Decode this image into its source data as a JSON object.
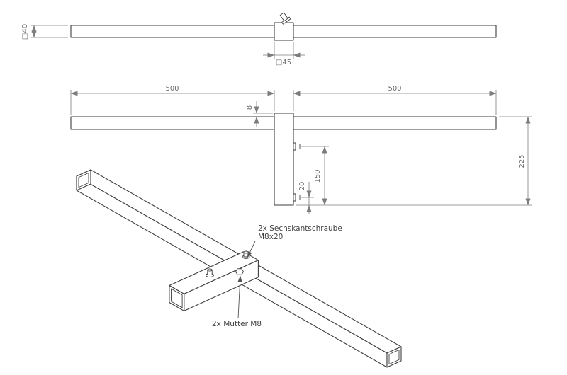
{
  "colors": {
    "edge_line": "#3e3e3e",
    "dimension_line": "#7d7d7d",
    "dimension_text": "#6b6b6b",
    "label_text": "#3f3f3f",
    "background": "#ffffff"
  },
  "views": {
    "top": {
      "dim_section": "□40",
      "dim_sleeve": "□45"
    },
    "front": {
      "dim_left": "500",
      "dim_right": "500",
      "dim_offset": "8",
      "dim_bolt_span": "150",
      "dim_bolt_end": "20",
      "dim_post": "225"
    },
    "iso": {
      "label_screw_line1": "2x Sechskantschraube",
      "label_screw_line2": "M8x20",
      "label_nut": "2x Mutter M8"
    }
  }
}
